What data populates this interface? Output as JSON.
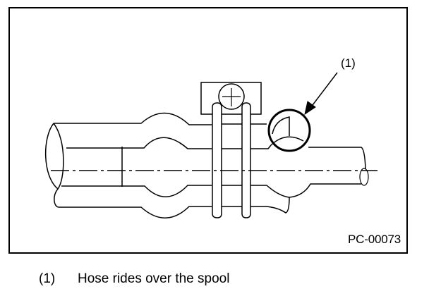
{
  "figure": {
    "id": "PC-00073",
    "callouts": [
      {
        "marker": "(1)"
      }
    ],
    "colors": {
      "line": "#000000",
      "background": "#ffffff"
    }
  },
  "caption": {
    "items": [
      {
        "marker": "(1)",
        "text": "Hose rides over the spool"
      }
    ]
  }
}
